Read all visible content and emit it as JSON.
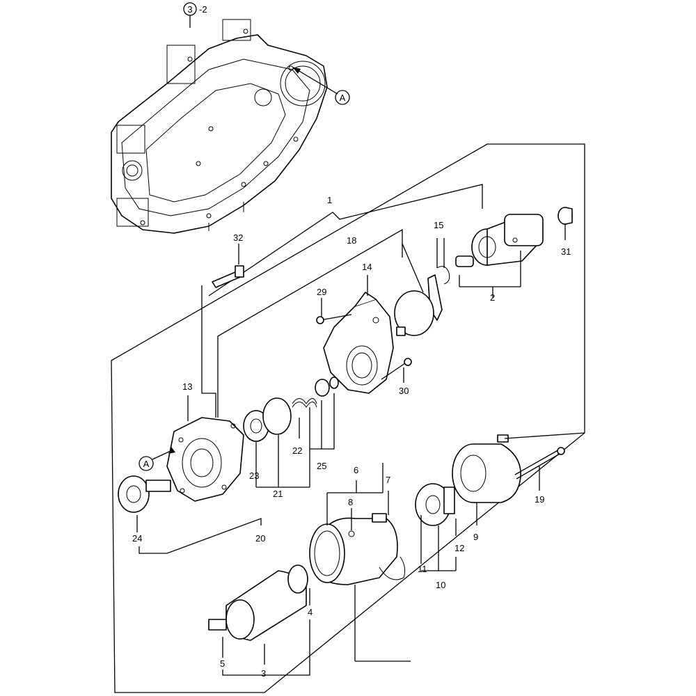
{
  "diagram": {
    "header_ref": {
      "circle": "3",
      "suffix": "-2"
    },
    "ref_marker": "A",
    "callouts": [
      "1",
      "2",
      "3",
      "4",
      "5",
      "6",
      "7",
      "8",
      "9",
      "10",
      "11",
      "12",
      "13",
      "14",
      "15",
      "18",
      "19",
      "20",
      "21",
      "22",
      "23",
      "24",
      "25",
      "29",
      "30",
      "31",
      "32"
    ]
  }
}
